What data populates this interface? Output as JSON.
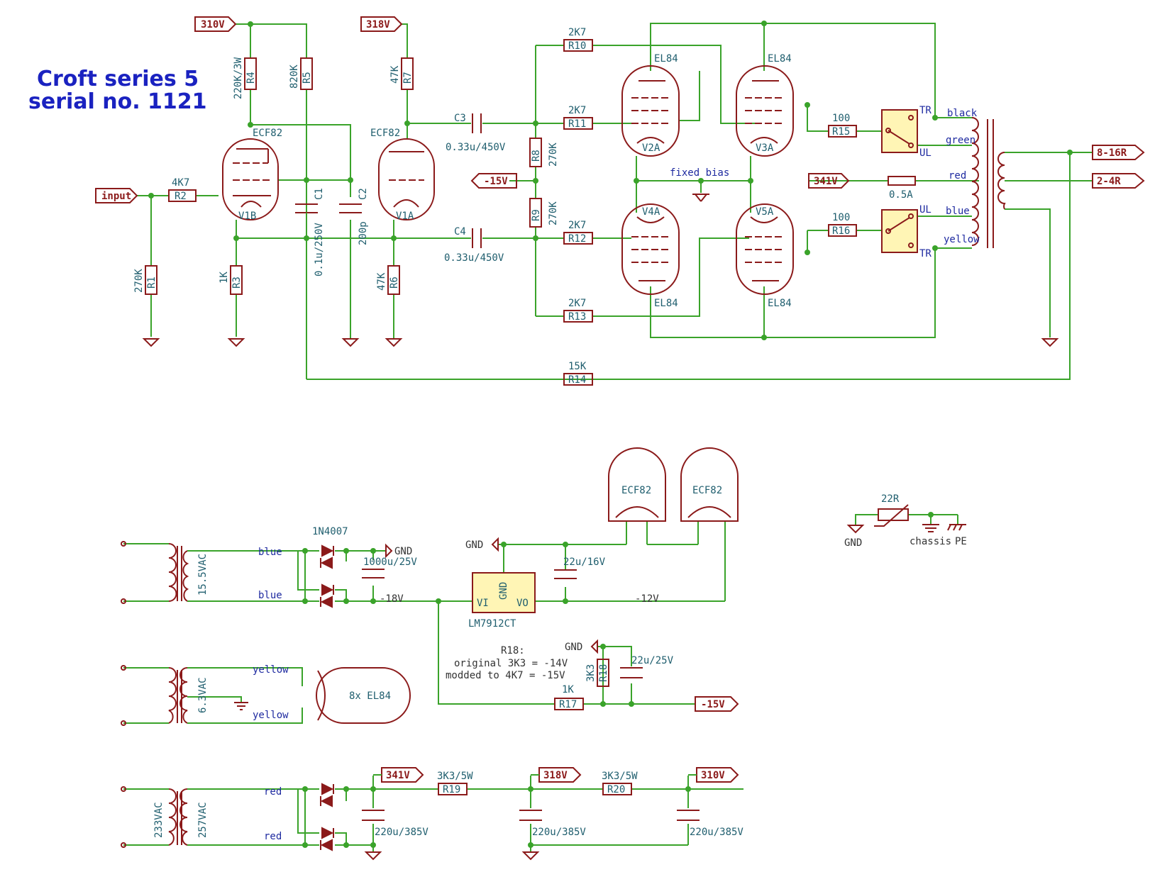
{
  "title": {
    "line1": "Croft series 5",
    "line2": "serial no. 1121"
  },
  "rails": {
    "v310": "310V",
    "v318": "318V",
    "v341": "341V",
    "vm15": "-15V",
    "vm18": "-18V",
    "vm12": "-12V"
  },
  "outputs": {
    "hi": "8-16R",
    "lo": "2-4R"
  },
  "input_label": "input",
  "labels": {
    "fixed_bias": "fixed bias",
    "gnd": "GND",
    "chassis": "chassis",
    "pe": "PE",
    "r18_note1": "R18:",
    "r18_note2": "original 3K3 = -14V",
    "r18_note3": "modded to 4K7 = -15V"
  },
  "wires": {
    "black": "black",
    "green": "green",
    "red": "red",
    "blue": "blue",
    "yellow": "yellow"
  },
  "taps": {
    "tr": "TR",
    "ul": "UL"
  },
  "fuse": "0.5A",
  "tubes": {
    "v1a": {
      "ref": "V1A",
      "type": "ECF82"
    },
    "v1b": {
      "ref": "V1B",
      "type": "ECF82"
    },
    "v2a": {
      "ref": "V2A",
      "type": "EL84"
    },
    "v3a": {
      "ref": "V3A",
      "type": "EL84"
    },
    "v4a": {
      "ref": "V4A",
      "type": "EL84"
    },
    "v5a": {
      "ref": "V5A",
      "type": "EL84"
    },
    "heater1": "ECF82",
    "heater2": "ECF82",
    "el84_bank": "8x EL84"
  },
  "resistors": {
    "r1": {
      "ref": "R1",
      "value": "270K"
    },
    "r2": {
      "ref": "R2",
      "value": "4K7"
    },
    "r3": {
      "ref": "R3",
      "value": "1K"
    },
    "r4": {
      "ref": "R4",
      "value": "220K/3W"
    },
    "r5": {
      "ref": "R5",
      "value": "820K"
    },
    "r6": {
      "ref": "R6",
      "value": "47K"
    },
    "r7": {
      "ref": "R7",
      "value": "47K"
    },
    "r8": {
      "ref": "R8",
      "value": "270K"
    },
    "r9": {
      "ref": "R9",
      "value": "270K"
    },
    "r10": {
      "ref": "R10",
      "value": "2K7"
    },
    "r11": {
      "ref": "R11",
      "value": "2K7"
    },
    "r12": {
      "ref": "R12",
      "value": "2K7"
    },
    "r13": {
      "ref": "R13",
      "value": "2K7"
    },
    "r14": {
      "ref": "R14",
      "value": "15K"
    },
    "r15": {
      "ref": "R15",
      "value": "100"
    },
    "r16": {
      "ref": "R16",
      "value": "100"
    },
    "r17": {
      "ref": "R17",
      "value": "1K"
    },
    "r18": {
      "ref": "R18",
      "value": "3K3"
    },
    "r19": {
      "ref": "R19",
      "value": "3K3/5W"
    },
    "r20": {
      "ref": "R20",
      "value": "3K3/5W"
    },
    "ntc": "22R"
  },
  "capacitors": {
    "c1": {
      "ref": "C1",
      "value": "0.1u/250V"
    },
    "c2": {
      "ref": "C2",
      "value": "200p"
    },
    "c3": {
      "ref": "C3",
      "value": "0.33u/450V"
    },
    "c4": {
      "ref": "C4",
      "value": "0.33u/450V"
    },
    "c_1000": "1000u/25V",
    "c_22_16": "22u/16V",
    "c_22_25": "22u/25V",
    "c_220a": "220u/385V",
    "c_220b": "220u/385V",
    "c_220c": "220u/385V"
  },
  "diode": "1N4007",
  "regulator": {
    "name": "LM7912CT",
    "vi": "VI",
    "vo": "VO",
    "gnd": "GND"
  },
  "transformers": {
    "t1": "15.5VAC",
    "t2": "6.3VAC",
    "t3_pri": "233VAC",
    "t3_sec": "257VAC"
  },
  "colors": {
    "wire": "#3aa32a",
    "part": "#8b1a1a",
    "text": "#1f5e6e",
    "blue_text": "#1e2aa0",
    "title": "#1a22c0",
    "switch_fill": "#fff5b5"
  }
}
